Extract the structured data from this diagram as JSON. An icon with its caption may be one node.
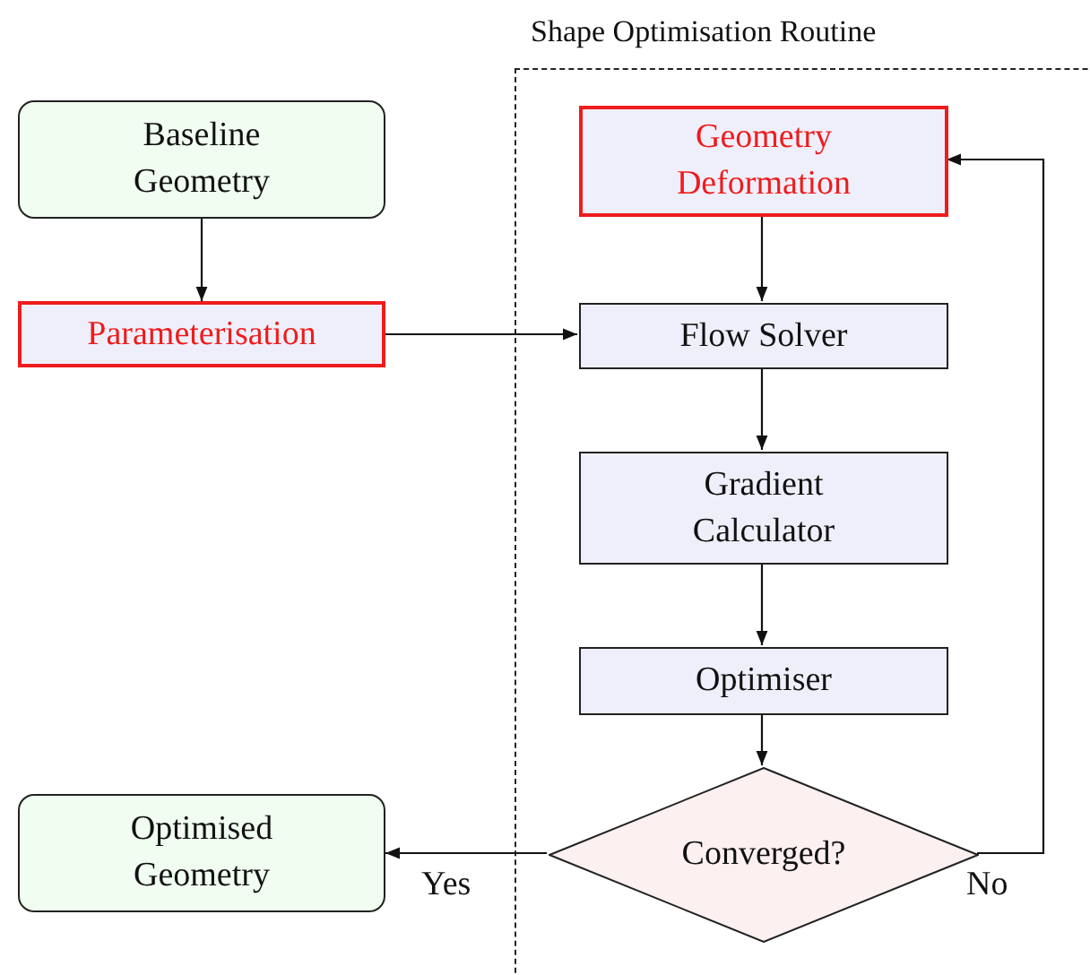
{
  "diagram": {
    "nodes": [
      {
        "text": [
          "Baseline Geometry"
        ]
      },
      {
        "text": [
          "Parameterisation"
        ]
      },
      {
        "text": [
          "Shape Optimisation Routine"
        ]
      },
      {
        "text": [
          "Geometry Deformation"
        ],
        "in": 2
      },
      {
        "text": [
          "Flow Solver"
        ],
        "in": 2
      },
      {
        "text": [
          "Gradient Calculator"
        ],
        "in": 2
      },
      {
        "text": [
          "Optimiser"
        ],
        "in": 2
      },
      {
        "text": [
          "Converged?"
        ],
        "in": 2
      },
      {
        "text": [
          "Optimised Geometry"
        ]
      }
    ],
    "edges": [
      {
        "from": 0,
        "to": 1,
        "arrow": "to"
      },
      {
        "from": 1,
        "to": 4,
        "arrow": "to"
      },
      {
        "from": 3,
        "to": 4,
        "arrow": "to"
      },
      {
        "from": 4,
        "to": 5,
        "arrow": "to"
      },
      {
        "from": 5,
        "to": 6,
        "arrow": "to"
      },
      {
        "from": 6,
        "to": 7,
        "arrow": "to"
      },
      {
        "from": 7,
        "to": 8,
        "arrow": "to",
        "label": "Yes"
      },
      {
        "from": 7,
        "to": 3,
        "arrow": "to",
        "label": "No"
      }
    ]
  }
}
